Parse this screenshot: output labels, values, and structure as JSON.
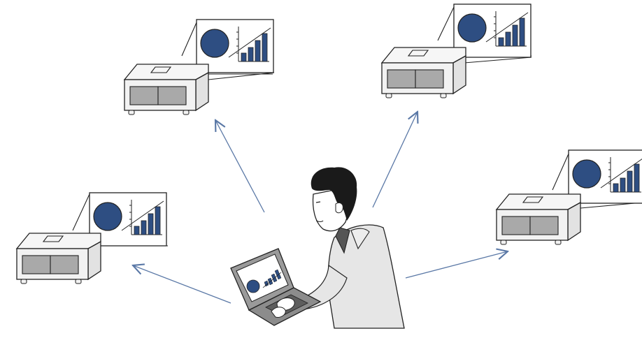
{
  "diagram": {
    "colors": {
      "accent_blue": "#2e4e82",
      "arrow": "#5a78a6",
      "outline": "#222222",
      "projector_body": "#f2f2f2",
      "projector_lens": "#a9a9a9",
      "shirt": "#e6e6e6",
      "hair": "#1a1a1a"
    },
    "projectors": [
      {
        "id": "top-left",
        "chart_bars": 4
      },
      {
        "id": "top-right",
        "chart_bars": 4
      },
      {
        "id": "left",
        "chart_bars": 4
      },
      {
        "id": "right",
        "chart_bars": 4
      }
    ],
    "arrows": [
      {
        "from": "person",
        "to": "top-left"
      },
      {
        "from": "person",
        "to": "top-right"
      },
      {
        "from": "person",
        "to": "left"
      },
      {
        "from": "person",
        "to": "right"
      }
    ]
  }
}
